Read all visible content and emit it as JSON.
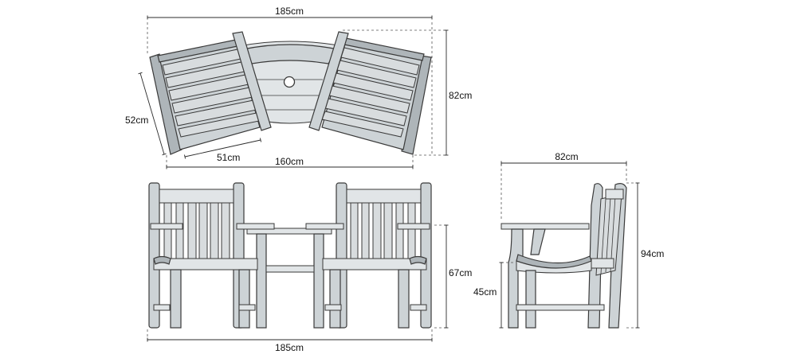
{
  "dimensions": {
    "top_width": "185cm",
    "top_depth": "82cm",
    "seat_depth": "52cm",
    "seat_width": "51cm",
    "inner_width": "160cm",
    "front_width": "185cm",
    "arm_height": "67cm",
    "side_depth": "82cm",
    "total_height": "94cm",
    "seat_height": "45cm"
  }
}
